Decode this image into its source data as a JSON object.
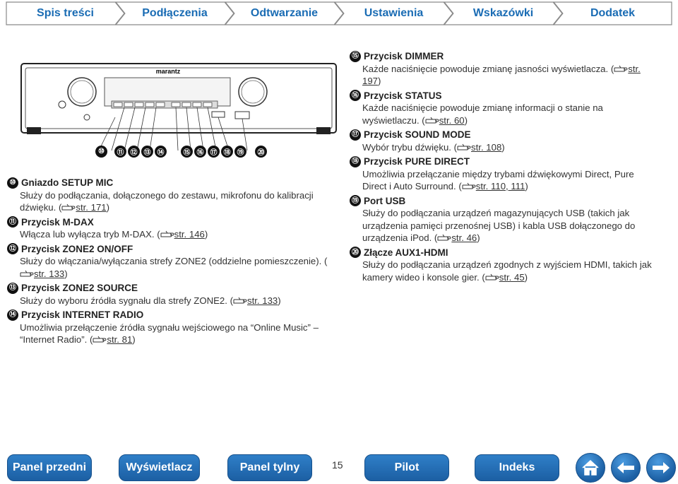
{
  "tabs": [
    "Spis treści",
    "Podłączenia",
    "Odtwarzanie",
    "Ustawienia",
    "Wskazówki",
    "Dodatek"
  ],
  "device": {
    "brand": "marantz"
  },
  "callouts": [
    "⑩",
    "⑪",
    "⑫",
    "⑬",
    "⑭",
    "⑮",
    "⑯",
    "⑰",
    "⑱",
    "⑲",
    "⑳"
  ],
  "left_items": [
    {
      "num": "⑩",
      "title": "Gniazdo SETUP MIC",
      "desc": "Służy do podłączania, dołączonego do zestawu, mikrofonu do kalibracji dźwięku.",
      "ref": "str. 171"
    },
    {
      "num": "⑪",
      "title": "Przycisk M-DAX",
      "desc": "Włącza lub wyłącza tryb M-DAX.",
      "ref": "str. 146"
    },
    {
      "num": "⑫",
      "title": "Przycisk ZONE2 ON/OFF",
      "desc": "Służy do włączania/wyłączania strefy ZONE2 (oddzielne pomieszczenie).",
      "ref": "str. 133"
    },
    {
      "num": "⑬",
      "title": "Przycisk ZONE2 SOURCE",
      "desc": "Służy do wyboru źródła sygnału dla strefy ZONE2.",
      "ref": "str. 133"
    },
    {
      "num": "⑭",
      "title": "Przycisk INTERNET RADIO",
      "desc": "Umożliwia przełączenie źródła sygnału wejściowego na “Online Music” – “Internet Radio”.",
      "ref": "str. 81"
    }
  ],
  "right_items": [
    {
      "num": "⑮",
      "title": "Przycisk DIMMER",
      "desc": "Każde naciśnięcie powoduje zmianę jasności wyświetlacza.",
      "ref": "str. 197"
    },
    {
      "num": "⑯",
      "title": "Przycisk STATUS",
      "desc": "Każde naciśnięcie powoduje zmianę informacji o stanie na wyświetlaczu.",
      "ref": "str. 60"
    },
    {
      "num": "⑰",
      "title": "Przycisk SOUND MODE",
      "desc": "Wybór trybu dźwięku.",
      "ref": "str. 108"
    },
    {
      "num": "⑱",
      "title": "Przycisk PURE DIRECT",
      "desc": "Umożliwia przełączanie między trybami dźwiękowymi Direct, Pure Direct i Auto Surround.",
      "ref": "str. 110, 111"
    },
    {
      "num": "⑲",
      "title": "Port USB",
      "desc": "Służy do podłączania urządzeń magazynujących USB (takich jak urządzenia pamięci przenośnej USB) i kabla USB dołączonego do urządzenia iPod.",
      "ref": "str. 46"
    },
    {
      "num": "⑳",
      "title": "Złącze AUX1-HDMI",
      "desc": "Służy do podłączania urządzeń zgodnych z wyjściem HDMI, takich jak kamery wideo i konsole gier.",
      "ref": "str. 45"
    }
  ],
  "bottom": {
    "buttons": [
      "Panel przedni",
      "Wyświetlacz",
      "Panel tylny",
      "Pilot",
      "Indeks"
    ],
    "page_number": "15",
    "icons": [
      "home-icon",
      "back-arrow-icon",
      "forward-arrow-icon"
    ]
  }
}
